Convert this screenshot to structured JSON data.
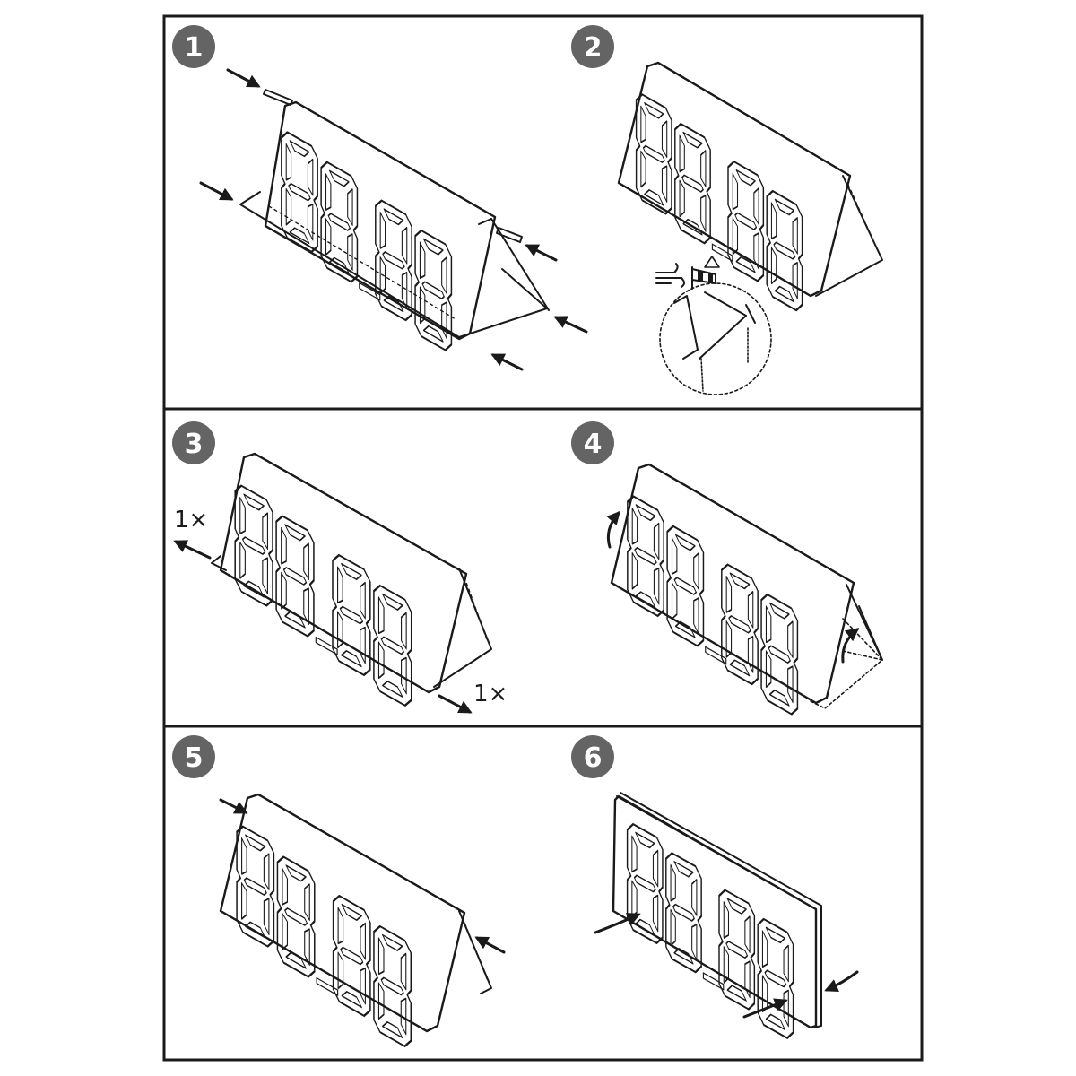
{
  "title": "",
  "colors": {
    "ink": "#1a1a1a",
    "badge": "#646464",
    "badge_text": "#ffffff",
    "background": "#ffffff"
  },
  "steps": [
    {
      "number": "1",
      "description": ""
    },
    {
      "number": "2",
      "description": ""
    },
    {
      "number": "3",
      "description": "",
      "labels": [
        "1×",
        "1×"
      ]
    },
    {
      "number": "4",
      "description": ""
    },
    {
      "number": "5",
      "description": ""
    },
    {
      "number": "6",
      "description": ""
    }
  ],
  "icons": [
    "wind-icon",
    "windsock-warning-icon"
  ]
}
